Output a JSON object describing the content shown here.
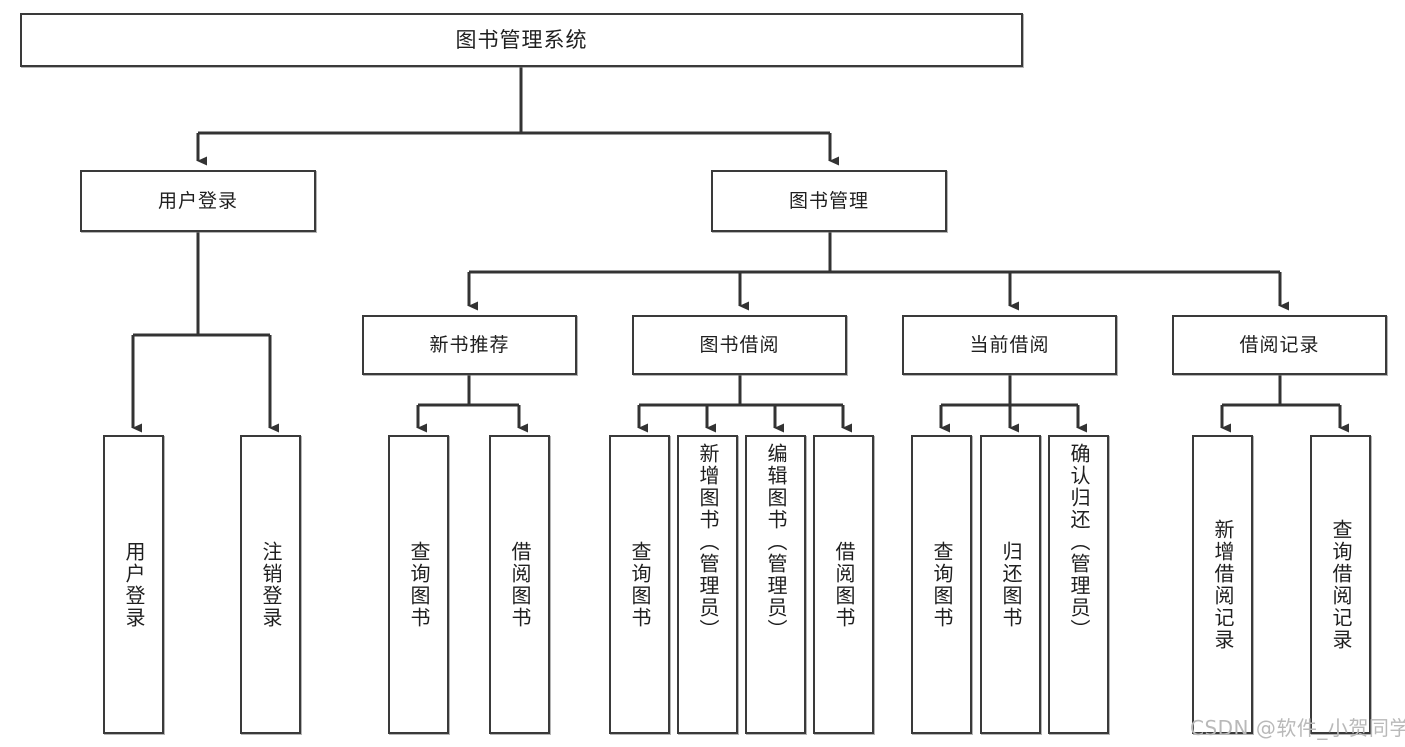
{
  "diagram": {
    "title": "图书管理系统",
    "type": "tree-hierarchy-chart",
    "root": {
      "label": "图书管理系统"
    },
    "level2": [
      {
        "label": "用户登录"
      },
      {
        "label": "图书管理"
      }
    ],
    "level3": [
      {
        "label": "新书推荐"
      },
      {
        "label": "图书借阅"
      },
      {
        "label": "当前借阅"
      },
      {
        "label": "借阅记录"
      }
    ],
    "leaves": {
      "user_login": [
        {
          "label": "用户登录"
        },
        {
          "label": "注销登录"
        }
      ],
      "new_book_recommend": [
        {
          "label": "查询图书"
        },
        {
          "label": "借阅图书"
        }
      ],
      "book_borrow": [
        {
          "label": "查询图书"
        },
        {
          "label": "新增图书（管理员）"
        },
        {
          "label": "编辑图书（管理员）"
        },
        {
          "label": "借阅图书"
        }
      ],
      "current_borrow": [
        {
          "label": "查询图书"
        },
        {
          "label": "归还图书"
        },
        {
          "label": "确认归还（管理员）"
        }
      ],
      "borrow_record": [
        {
          "label": "新增借阅记录"
        },
        {
          "label": "查询借阅记录"
        }
      ]
    }
  },
  "watermark": {
    "text": "CSDN @软件_小贺同学"
  },
  "colors": {
    "box_border": "#3a3a3a",
    "box_fill": "#ffffff",
    "text": "#1f1f1f",
    "connector": "#333333",
    "watermark": "#b9b9b9"
  }
}
